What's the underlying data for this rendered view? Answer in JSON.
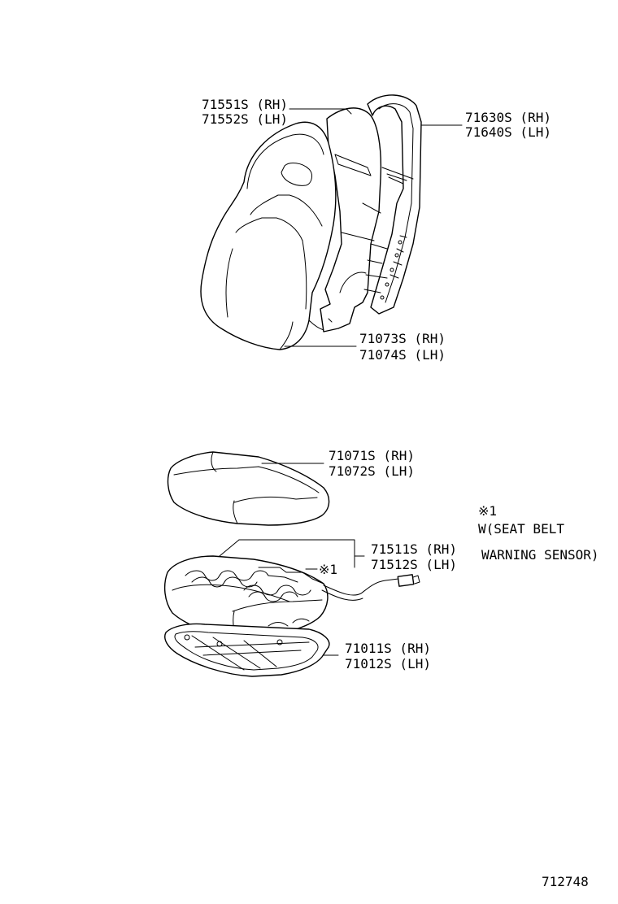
{
  "parts": {
    "backrest_cover": [
      "71551S (RH)",
      "71552S (LH)"
    ],
    "backrest_frame": [
      "71630S (RH)",
      "71640S (LH)"
    ],
    "backrest_pad": [
      "71073S (RH)",
      "71074S (LH)"
    ],
    "cushion_cover": [
      "71071S (RH)",
      "71072S (LH)"
    ],
    "cushion_pad": [
      "71511S (RH)",
      "71512S (LH)"
    ],
    "cushion_frame": [
      "71011S (RH)",
      "71012S (LH)"
    ]
  },
  "marker": "※1",
  "note": {
    "mark": "※1",
    "line1": "W(SEAT BELT",
    "line2": "WARNING SENSOR)"
  },
  "figure_number": "712748"
}
